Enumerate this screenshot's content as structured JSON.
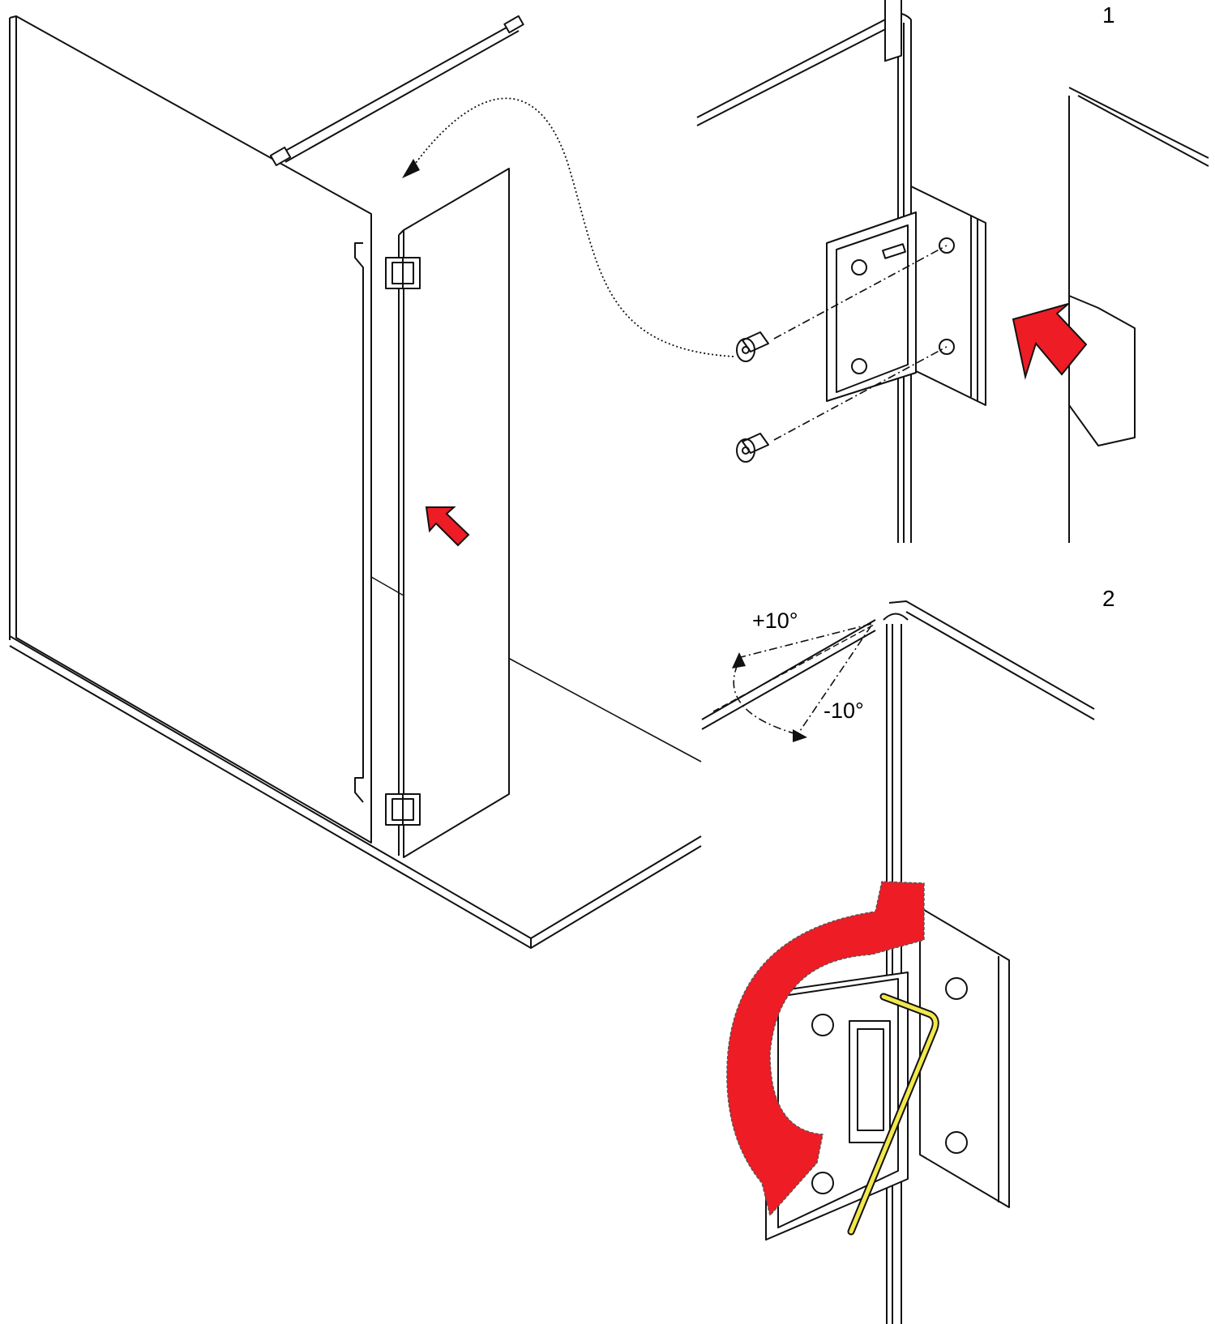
{
  "steps": {
    "step1": "1",
    "step2": "2"
  },
  "angles": {
    "plus": "+10°",
    "minus": "-10°"
  },
  "colors": {
    "arrow_red": "#ee1c25",
    "allen_key": "#f2e84a",
    "line": "#111111"
  }
}
